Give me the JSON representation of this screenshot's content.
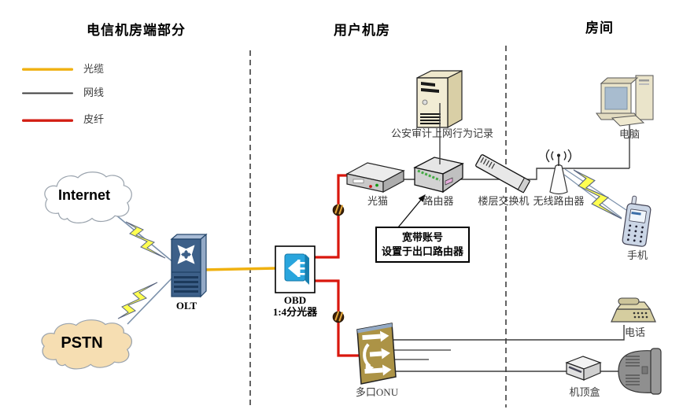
{
  "diagram": {
    "sections": {
      "telecom_room": "电信机房端部分",
      "user_room": "用户机房",
      "room": "房间"
    },
    "legend": [
      {
        "label": "光缆",
        "color": "#F0B110"
      },
      {
        "label": "网线",
        "color": "#3F3F3F"
      },
      {
        "label": "皮纤",
        "color": "#D31E14"
      }
    ],
    "nodes": {
      "internet": "Internet",
      "pstn": "PSTN",
      "olt": "OLT",
      "obd_line1": "OBD",
      "obd_line2": "1:4分光器",
      "optical_modem": "光猫",
      "router": "路由器",
      "floor_switch": "楼层交换机",
      "wireless_router": "无线路由器",
      "audit_server": "公安审计上网行为记录",
      "pc": "电脑",
      "mobile_phone": "手机",
      "multiport_onu": "多口ONU",
      "telephone": "电话",
      "set_top_box": "机顶盒"
    },
    "callout": {
      "line1": "宽带账号",
      "line2": "设置于出口路由器"
    }
  }
}
